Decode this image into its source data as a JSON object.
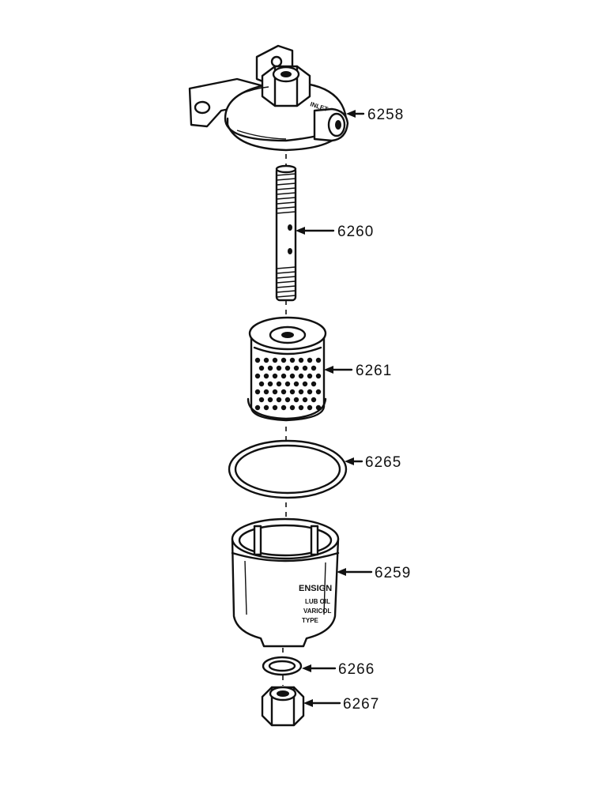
{
  "parts": [
    {
      "id": "filter-head",
      "number": "6258",
      "stamp": "INLET"
    },
    {
      "id": "center-stud",
      "number": "6260"
    },
    {
      "id": "filter-element",
      "number": "6261"
    },
    {
      "id": "bowl-gasket",
      "number": "6265"
    },
    {
      "id": "filter-bowl",
      "number": "6259",
      "markings": [
        "ENSIGN",
        "LUB OIL",
        "VARICOL",
        "TYPE"
      ]
    },
    {
      "id": "drain-washer",
      "number": "6266"
    },
    {
      "id": "drain-nut",
      "number": "6267"
    }
  ]
}
